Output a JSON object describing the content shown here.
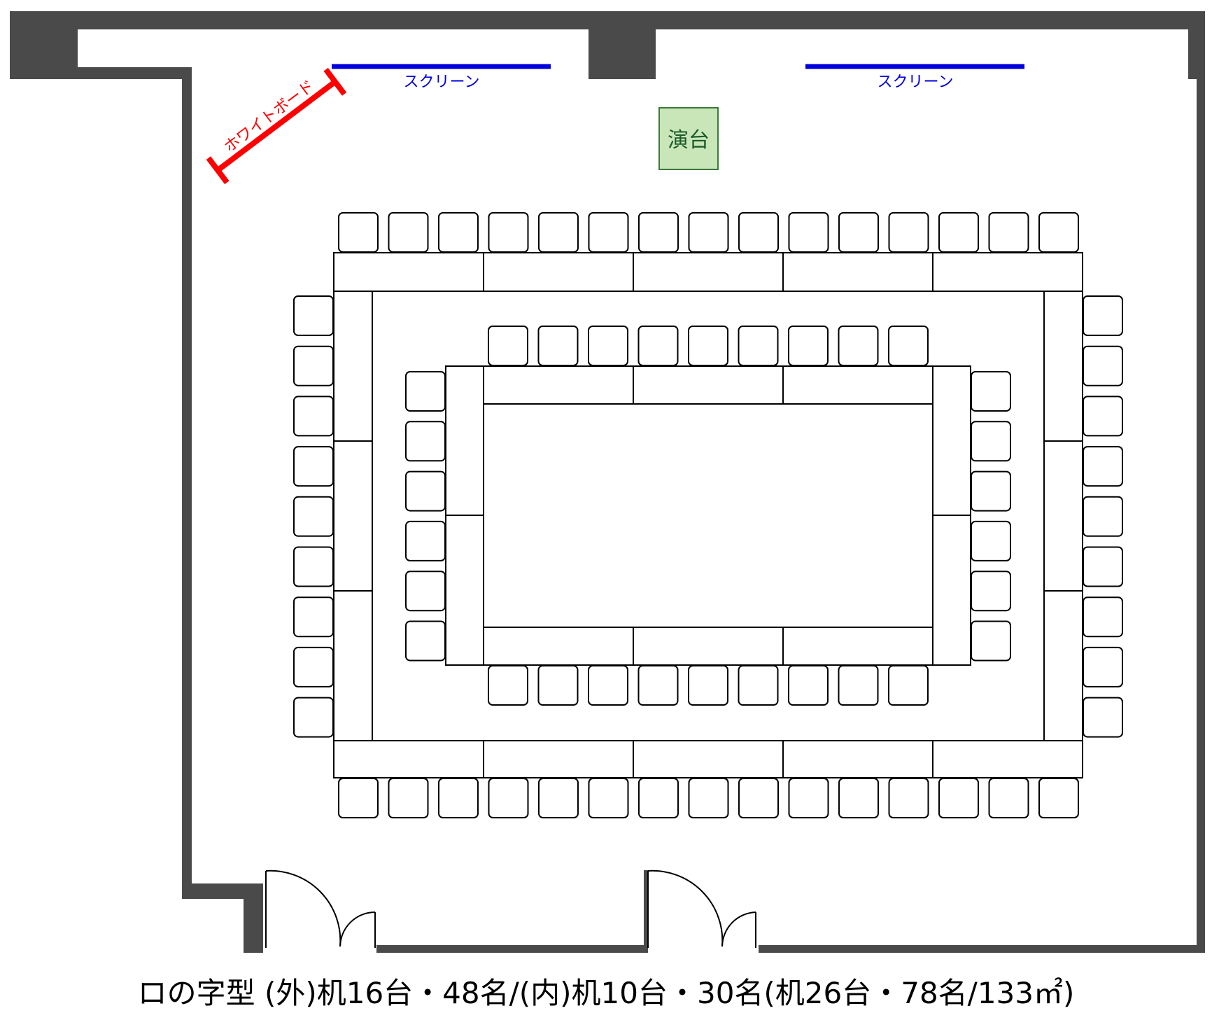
{
  "labels": {
    "screen_left": "スクリーン",
    "screen_right": "スクリーン",
    "podium": "演台",
    "whiteboard": "ホワイトボード"
  },
  "caption": "ロの字型 (外)机16台・48名/(内)机10台・30名(机26台・78名/133㎡)",
  "layout_info": {
    "outer_ring": {
      "desks": 16,
      "seats": 48
    },
    "inner_ring": {
      "desks": 10,
      "seats": 30
    },
    "total": {
      "desks": 26,
      "seats": 78,
      "area_m2": 133
    }
  },
  "colors": {
    "wall": "#4a4a4a",
    "screen": "#0000dd",
    "whiteboard": "#ff0000",
    "podium_fill": "#c9e6b8",
    "podium_stroke": "#3a7a3a",
    "podium_text": "#1a5a2a"
  }
}
